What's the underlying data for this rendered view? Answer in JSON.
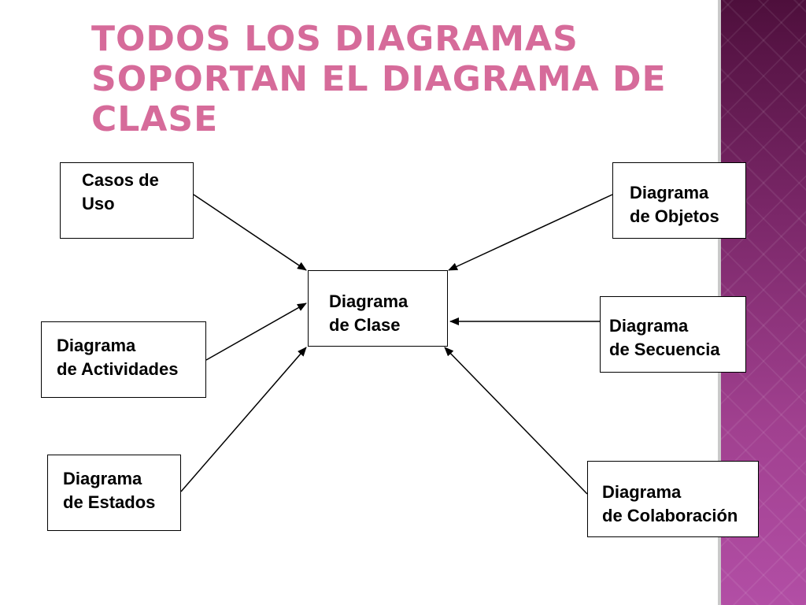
{
  "title": [
    "TODOS LOS DIAGRAMAS",
    "SOPORTAN EL DIAGRAMA DE",
    "CLASE"
  ],
  "center": {
    "line1": "Diagrama",
    "line2": "de Clase"
  },
  "nodes": {
    "casos_uso": {
      "line1": "Casos de",
      "line2": "Uso"
    },
    "actividades": {
      "line1": "Diagrama",
      "line2": "de Actividades"
    },
    "estados": {
      "line1": "Diagrama",
      "line2": "de Estados"
    },
    "objetos": {
      "line1": "Diagrama",
      "line2": "de Objetos"
    },
    "secuencia": {
      "line1": "Diagrama",
      "line2": "de Secuencia"
    },
    "colaboracion": {
      "line1": "Diagrama",
      "line2": "de Colaboración"
    }
  },
  "colors": {
    "title": "#d66b9a",
    "band_top": "#4e0f3c",
    "band_bottom": "#b24ea5"
  }
}
